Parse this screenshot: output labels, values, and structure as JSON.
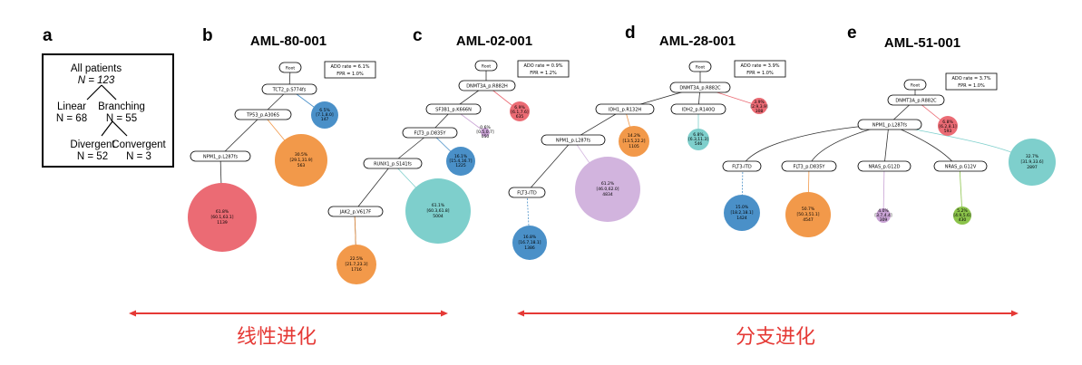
{
  "panel_a": {
    "letter": "a",
    "all": "All patients",
    "all_n": "N = 123",
    "linear": "Linear",
    "linear_n": "N = 68",
    "branching": "Branching",
    "branching_n": "N = 55",
    "divergent": "Divergent",
    "divergent_n": "N = 52",
    "convergent": "Convergent",
    "convergent_n": "N = 3"
  },
  "panels": [
    {
      "letter": "b",
      "title": "AML-80-001",
      "ado": [
        "ADO rate = 6.1%",
        "FPR = 1.0%"
      ],
      "root": "Root",
      "mutations": [
        "TCT2_p.S774fs",
        "TP53_p.A306S",
        "NPM1_p.L287fs"
      ],
      "clones": [
        {
          "pct": "6.5%",
          "ci": "[7.1,8.0]",
          "n": "147",
          "color": "#4a90c8"
        },
        {
          "pct": "30.5%",
          "ci": "[29.1,31.9]",
          "n": "563",
          "color": "#f2994a"
        },
        {
          "pct": "61.8%",
          "ci": "[60.1,63.1]",
          "n": "1139",
          "color": "#eb6b74"
        }
      ]
    },
    {
      "letter": "c",
      "title": "AML-02-001",
      "ado": [
        "ADO rate = 0.9%",
        "FPR = 1.2%"
      ],
      "root": "Root",
      "mutations": [
        "DNMT3A_p.R882H",
        "SF3B1_p.K666N",
        "FLT3_p.D835Y",
        "RUNX1_p.S141fs",
        "JAK2_p.V617F"
      ],
      "clones": [
        {
          "pct": "6.9%",
          "ci": "[6.1,7.6]",
          "n": "635",
          "color": "#eb6b74"
        },
        {
          "pct": "0.6%",
          "ci": "[0.5,0.7]",
          "n": "050",
          "color": "#c8a2d4"
        },
        {
          "pct": "16.1%",
          "ci": "[15.4,16.7]",
          "n": "1225",
          "color": "#4a90c8"
        },
        {
          "pct": "61.1%",
          "ci": "[60.3,61.8]",
          "n": "5004",
          "color": "#7ecfcc"
        },
        {
          "pct": "22.5%",
          "ci": "[21.7,23.3]",
          "n": "1716",
          "color": "#f2994a"
        }
      ]
    },
    {
      "letter": "d",
      "title": "AML-28-001",
      "ado": [
        "ADO rate = 3.9%",
        "FPR = 1.0%"
      ],
      "root": "Root",
      "mutations": [
        "DNMT3A_p.R882C",
        "IDH1_p.R132H",
        "IDH2_p.R140Q",
        "NPM1_p.L287fs",
        "FLT3-ITD"
      ],
      "clones": [
        {
          "pct": "3.9%",
          "ci": "[2.9,3.9]",
          "n": "308",
          "color": "#eb6b74"
        },
        {
          "pct": "14.2%",
          "ci": "[13.5,22.2]",
          "n": "1105",
          "color": "#f2994a"
        },
        {
          "pct": "6.8%",
          "ci": "[6.3,11.3]",
          "n": "546",
          "color": "#7ecfcc"
        },
        {
          "pct": "61.2%",
          "ci": "[46.0,62.0]",
          "n": "4834",
          "color": "#d2b4de"
        },
        {
          "pct": "16.8%",
          "ci": "[16.7,18.1]",
          "n": "1386",
          "color": "#4a90c8"
        }
      ]
    },
    {
      "letter": "e",
      "title": "AML-51-001",
      "ado": [
        "ADO rate = 3.7%",
        "FPR = 1.0%"
      ],
      "root": "Root",
      "mutations": [
        "DNMT3A_p.R882C",
        "NPM1_p.L287fs",
        "FLT3-ITD",
        "FLT3_p.D835Y",
        "NRAS_p.G12D",
        "NRAS_p.G12V"
      ],
      "clones": [
        {
          "pct": "6.8%",
          "ci": "[6.2,8.1]",
          "n": "593",
          "color": "#eb6b74"
        },
        {
          "pct": "32.7%",
          "ci": "[31.9,33.6]",
          "n": "2897",
          "color": "#7ecfcc"
        },
        {
          "pct": "15.0%",
          "ci": "[18.2,18.1]",
          "n": "1424",
          "color": "#4a90c8"
        },
        {
          "pct": "50.7%",
          "ci": "[50.3,51.1]",
          "n": "4547",
          "color": "#f2994a"
        },
        {
          "pct": "4.0%",
          "ci": "[3.7,4.4]",
          "n": "309",
          "color": "#c8a2d4"
        },
        {
          "pct": "5.2%",
          "ci": "[4.9,5.6]",
          "n": "430",
          "color": "#8bc34a"
        }
      ]
    }
  ],
  "annotations": {
    "linear_cn": "线性进化",
    "branching_cn": "分支进化",
    "arrow_color": "#e53935"
  }
}
